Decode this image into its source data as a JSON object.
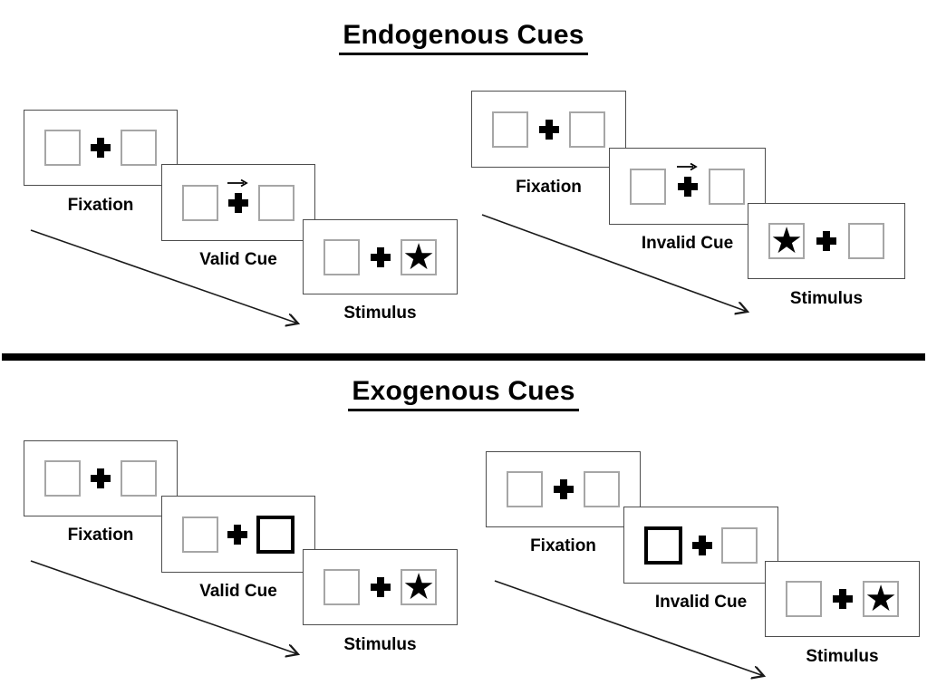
{
  "glyphs": {
    "star": "★"
  },
  "colors": {
    "background": "#ffffff",
    "panel_border": "#4d4d4d",
    "box_border": "#a6a6a6",
    "cue_highlight_border": "#000000",
    "text": "#000000",
    "divider": "#000000",
    "arrow": "#1a1a1a"
  },
  "sections": [
    {
      "title": "Endogenous Cues",
      "groups": [
        {
          "condition": "valid",
          "cue_type": "central-arrow-pointing-right",
          "target_side": "right",
          "panels": [
            {
              "label": "Fixation"
            },
            {
              "label": "Valid Cue"
            },
            {
              "label": "Stimulus"
            }
          ]
        },
        {
          "condition": "invalid",
          "cue_type": "central-arrow-pointing-right",
          "target_side": "left",
          "panels": [
            {
              "label": "Fixation"
            },
            {
              "label": "Invalid Cue"
            },
            {
              "label": "Stimulus"
            }
          ]
        }
      ]
    },
    {
      "title": "Exogenous Cues",
      "groups": [
        {
          "condition": "valid",
          "cue_type": "peripheral-box-highlight-right",
          "target_side": "right",
          "panels": [
            {
              "label": "Fixation"
            },
            {
              "label": "Valid Cue"
            },
            {
              "label": "Stimulus"
            }
          ]
        },
        {
          "condition": "invalid",
          "cue_type": "peripheral-box-highlight-left",
          "target_side": "right",
          "panels": [
            {
              "label": "Fixation"
            },
            {
              "label": "Invalid Cue"
            },
            {
              "label": "Stimulus"
            }
          ]
        }
      ]
    }
  ]
}
